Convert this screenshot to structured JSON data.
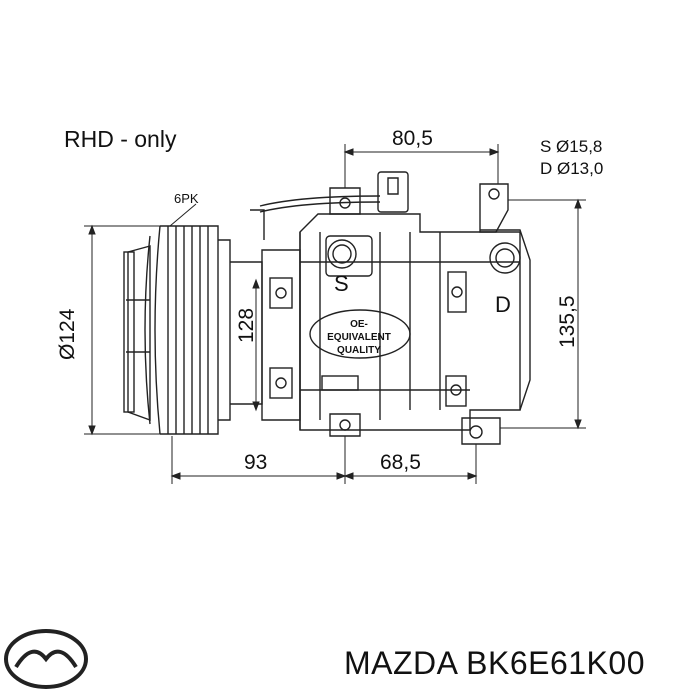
{
  "labels": {
    "drive": "RHD - only",
    "belt": "6PK",
    "suction": "S Ø15,8",
    "discharge": "D Ø13,0",
    "port_s": "S",
    "port_d": "D",
    "quality_1": "OE-",
    "quality_2": "EQUIVALENT",
    "quality_3": "QUALITY"
  },
  "dimensions": {
    "top_width": "80,5",
    "pulley_diameter": "Ø124",
    "mount_height": "128",
    "body_height": "135,5",
    "front_length": "93",
    "rear_length": "68,5"
  },
  "brand": {
    "name": "MAZDA",
    "part_number": "BK6E61K00"
  },
  "icons": [
    "mazda-logo-icon"
  ]
}
